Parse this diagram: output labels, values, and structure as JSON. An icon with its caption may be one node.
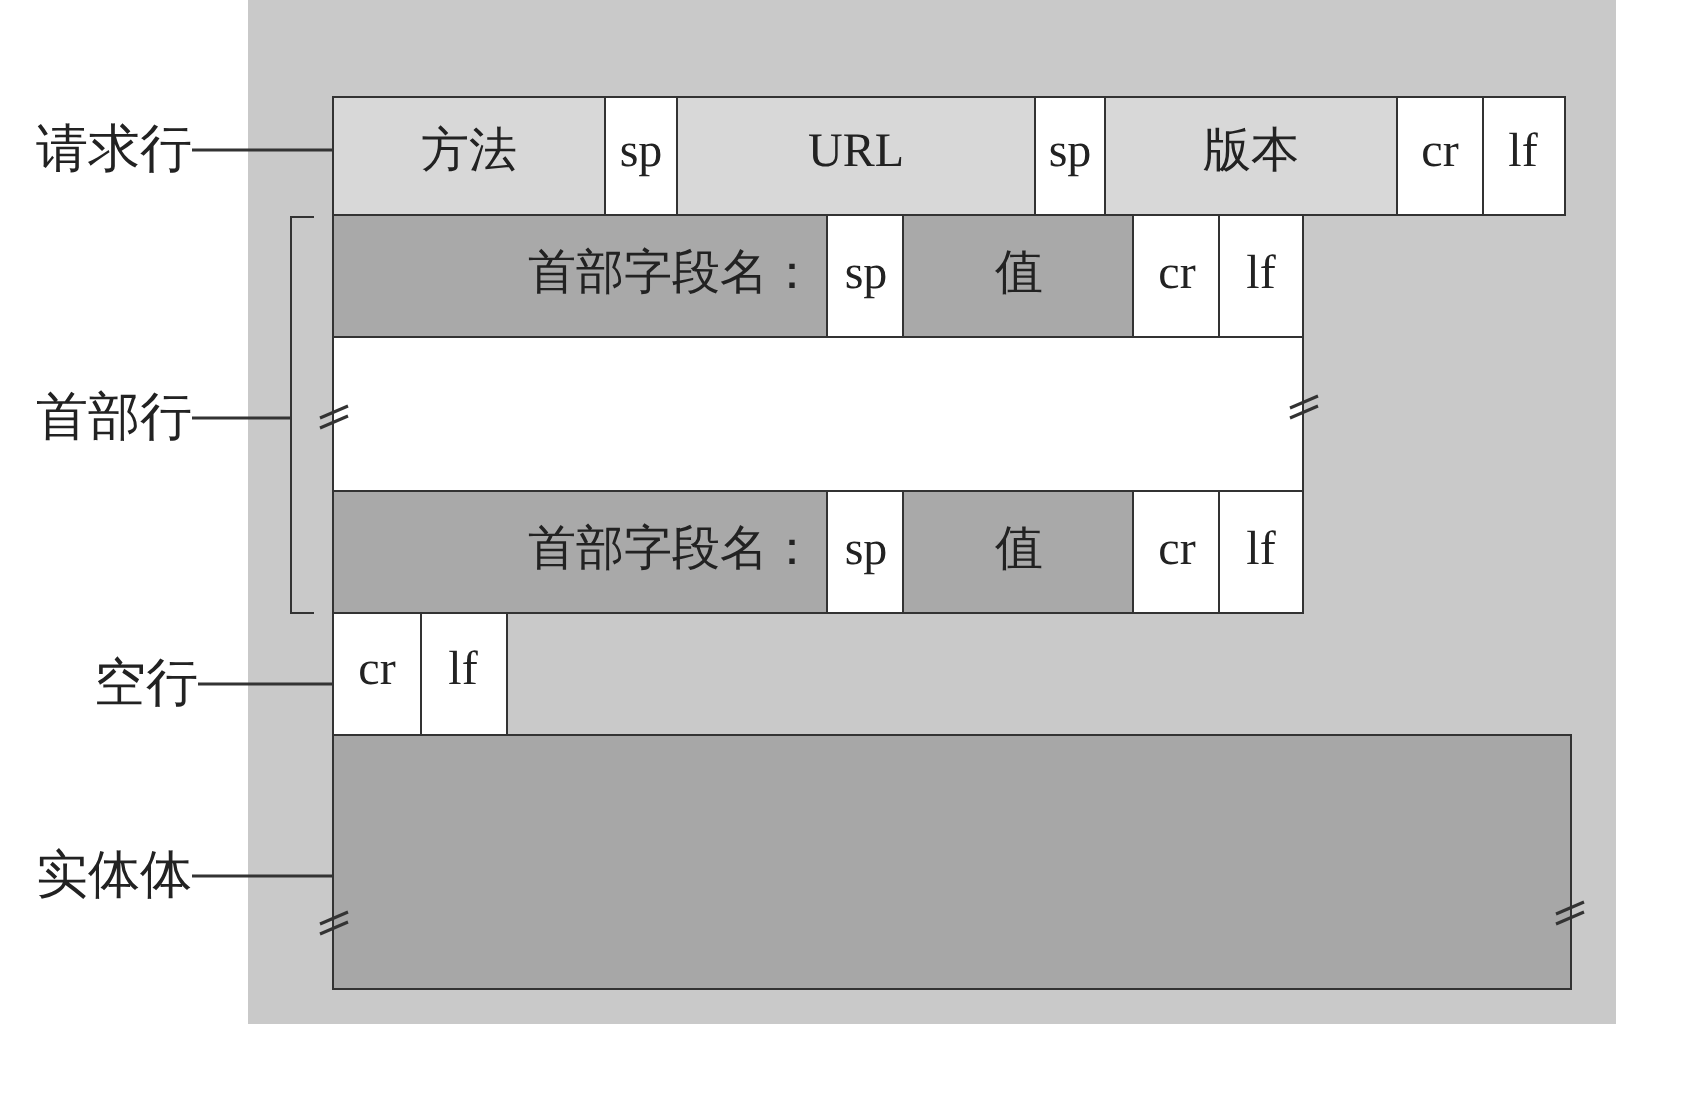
{
  "diagram": {
    "nodes": [
      {
        "text": [
          "请求行"
        ]
      },
      {
        "text": [],
        "shape": "bar"
      },
      {
        "text": [
          "方法"
        ],
        "in": 1
      },
      {
        "text": [
          "sp"
        ],
        "in": 1
      },
      {
        "text": [
          "URL"
        ],
        "in": 1
      },
      {
        "text": [
          "sp"
        ],
        "in": 1
      },
      {
        "text": [
          "版本"
        ],
        "in": 1
      },
      {
        "text": [
          "cr"
        ],
        "in": 1
      },
      {
        "text": [
          "lf"
        ],
        "in": 1
      },
      {
        "text": [
          "首部行"
        ]
      },
      {
        "text": [],
        "shape": "bracket"
      },
      {
        "text": [
          "首部字段名："
        ]
      },
      {
        "text": [
          "sp"
        ]
      },
      {
        "text": [
          "值"
        ]
      },
      {
        "text": [
          "cr"
        ]
      },
      {
        "text": [
          "lf"
        ]
      },
      {
        "text": [],
        "shape": "box"
      },
      {
        "text": [
          "首部字段名："
        ]
      },
      {
        "text": [
          "sp"
        ]
      },
      {
        "text": [
          "值"
        ]
      },
      {
        "text": [
          "cr"
        ]
      },
      {
        "text": [
          "lf"
        ]
      },
      {
        "text": [
          "空行"
        ]
      },
      {
        "text": [],
        "shape": "bar"
      },
      {
        "text": [
          "cr"
        ],
        "in": 23
      },
      {
        "text": [
          "lf"
        ],
        "in": 23
      },
      {
        "text": [
          "实体体"
        ]
      },
      {
        "text": [],
        "shape": "box"
      }
    ],
    "edges": [
      {
        "from": 0,
        "to": 1,
        "arrow": "none"
      },
      {
        "from": 9,
        "to": 10,
        "arrow": "none"
      },
      {
        "from": 22,
        "to": 23,
        "arrow": "none"
      },
      {
        "from": 26,
        "to": 27,
        "arrow": "none"
      }
    ]
  }
}
